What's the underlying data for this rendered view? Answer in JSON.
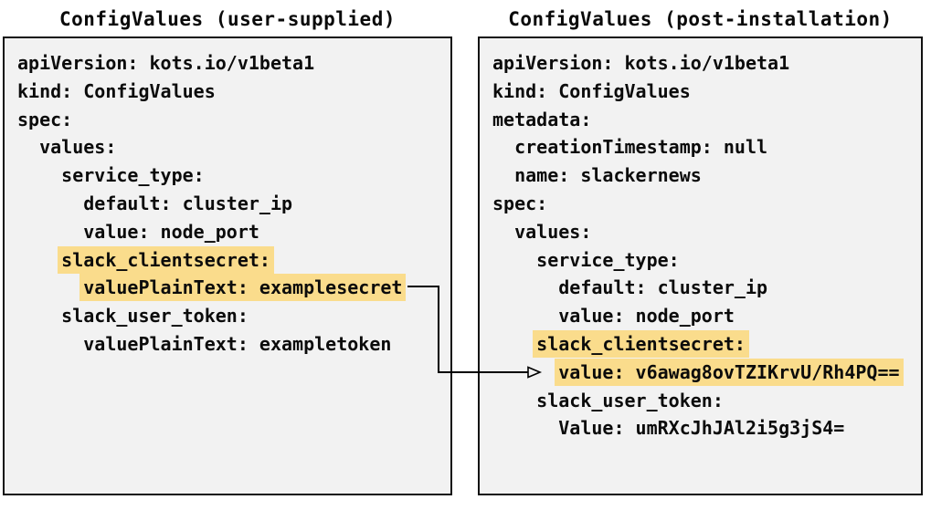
{
  "left_panel": {
    "title": "ConfigValues (user-supplied)",
    "lines": [
      {
        "text": "apiVersion: kots.io/v1beta1",
        "highlight": false
      },
      {
        "text": "kind: ConfigValues",
        "highlight": false
      },
      {
        "text": "spec:",
        "highlight": false
      },
      {
        "text": "  values:",
        "highlight": false
      },
      {
        "text": "    service_type:",
        "highlight": false
      },
      {
        "text": "      default: cluster_ip",
        "highlight": false
      },
      {
        "text": "      value: node_port",
        "highlight": false
      },
      {
        "text": "    slack_clientsecret:",
        "highlight": true
      },
      {
        "text": "      valuePlainText: examplesecret",
        "highlight": true
      },
      {
        "text": "    slack_user_token:",
        "highlight": false
      },
      {
        "text": "      valuePlainText: exampletoken",
        "highlight": false
      }
    ]
  },
  "right_panel": {
    "title": "ConfigValues (post-installation)",
    "lines": [
      {
        "text": "apiVersion: kots.io/v1beta1",
        "highlight": false
      },
      {
        "text": "kind: ConfigValues",
        "highlight": false
      },
      {
        "text": "metadata:",
        "highlight": false
      },
      {
        "text": "  creationTimestamp: null",
        "highlight": false
      },
      {
        "text": "  name: slackernews",
        "highlight": false
      },
      {
        "text": "spec:",
        "highlight": false
      },
      {
        "text": "  values:",
        "highlight": false
      },
      {
        "text": "    service_type:",
        "highlight": false
      },
      {
        "text": "      default: cluster_ip",
        "highlight": false
      },
      {
        "text": "      value: node_port",
        "highlight": false
      },
      {
        "text": "    slack_clientsecret:",
        "highlight": true
      },
      {
        "text": "      value: v6awag8ovTZIKrvU/Rh4PQ==",
        "highlight": true
      },
      {
        "text": "    slack_user_token:",
        "highlight": false
      },
      {
        "text": "      Value: umRXcJhJAl2i5g3jS4=",
        "highlight": false
      }
    ]
  },
  "arrow": {
    "from_line": "valuePlainText: examplesecret",
    "to_line": "value: v6awag8ovTZIKrvU/Rh4PQ=="
  },
  "colors": {
    "highlight": "#FADC8C",
    "box_background": "#F2F2F2",
    "box_border": "#111111",
    "text": "#0B0B0B",
    "arrow": "#000000"
  }
}
